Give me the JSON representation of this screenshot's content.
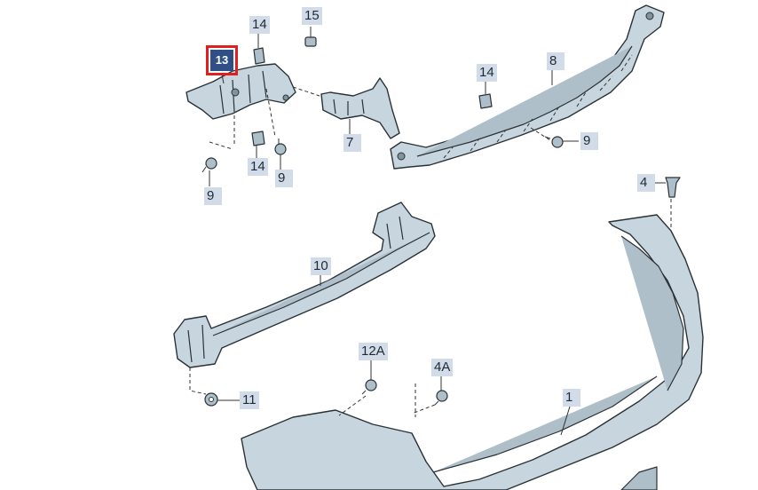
{
  "callouts": [
    {
      "id": "c13",
      "label": "13",
      "selected": true
    },
    {
      "id": "c14a",
      "label": "14"
    },
    {
      "id": "c15",
      "label": "15"
    },
    {
      "id": "c14b",
      "label": "14"
    },
    {
      "id": "c8",
      "label": "8"
    },
    {
      "id": "c14c",
      "label": "14"
    },
    {
      "id": "c9a",
      "label": "9"
    },
    {
      "id": "c9b",
      "label": "9"
    },
    {
      "id": "c7",
      "label": "7"
    },
    {
      "id": "c9c",
      "label": "9"
    },
    {
      "id": "c4",
      "label": "4"
    },
    {
      "id": "c10",
      "label": "10"
    },
    {
      "id": "c12a",
      "label": "12A"
    },
    {
      "id": "c4a",
      "label": "4A"
    },
    {
      "id": "c11",
      "label": "11"
    },
    {
      "id": "c1",
      "label": "1"
    }
  ],
  "colors": {
    "part_fill": "#c7d6de",
    "callout_bg": "#d2dce8",
    "selected_bg": "#2f4f86",
    "selected_outline": "#e02020"
  }
}
